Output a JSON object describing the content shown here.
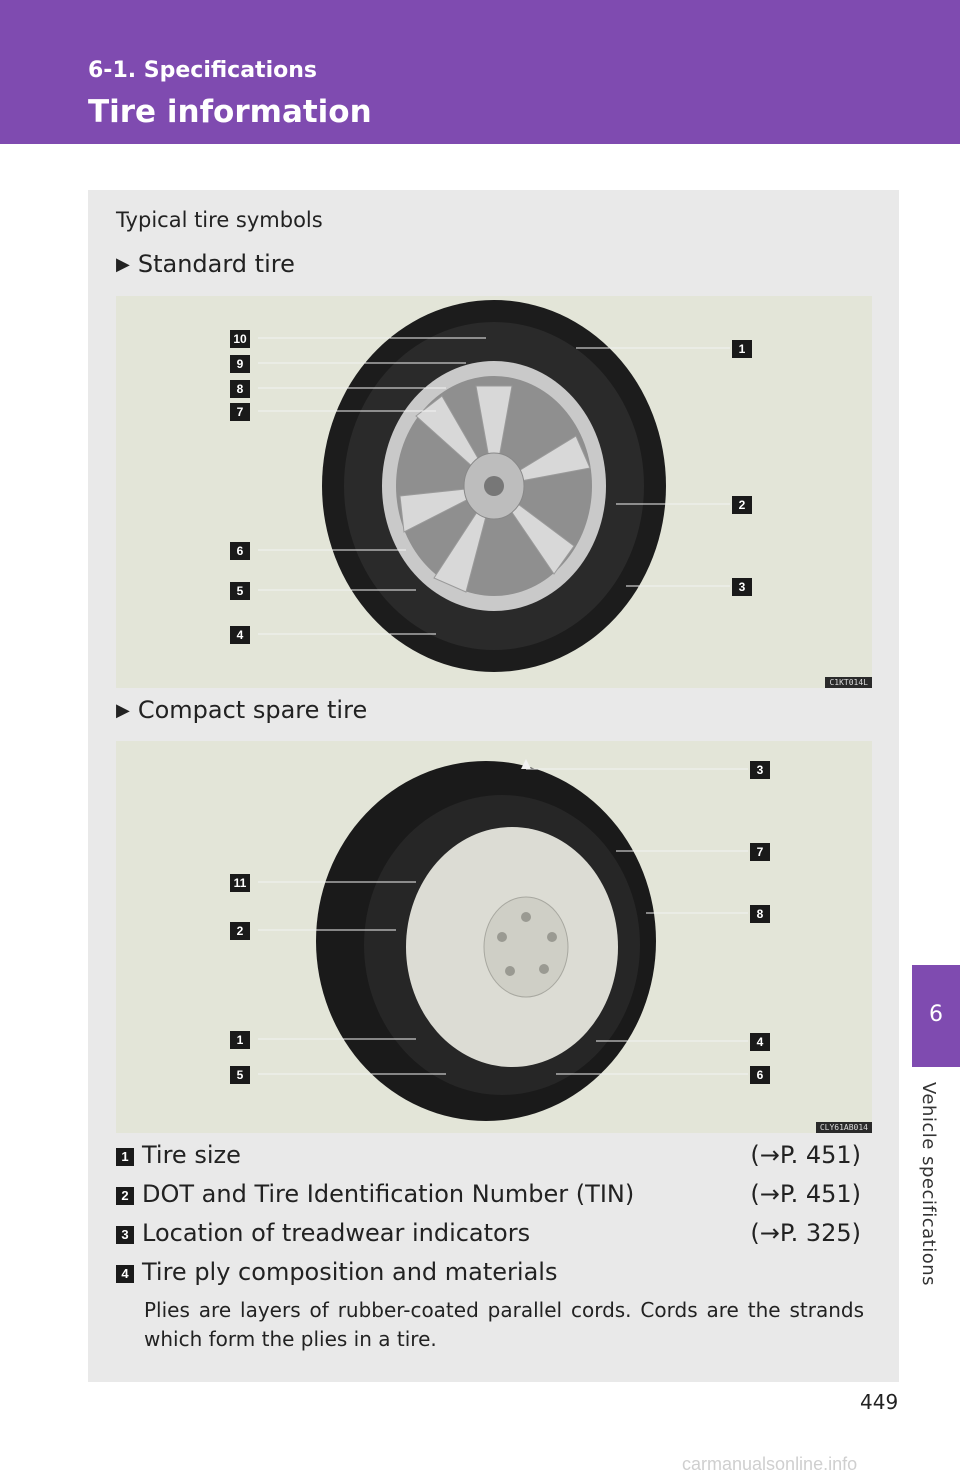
{
  "header": {
    "section": "6-1. Specifications",
    "title": "Tire information"
  },
  "side_tab": {
    "number": "6",
    "label": "Vehicle specifications"
  },
  "panel": {
    "heading": "Typical tire symbols",
    "standard": {
      "label": "Standard tire",
      "figure_code": "C1KT014L",
      "callouts_left": [
        "10",
        "9",
        "8",
        "7",
        "6",
        "5",
        "4"
      ],
      "callouts_right": [
        "1",
        "2",
        "3"
      ]
    },
    "spare": {
      "label": "Compact spare tire",
      "figure_code": "CLY61AB014",
      "callouts_left": [
        "11",
        "2",
        "1",
        "5"
      ],
      "callouts_right": [
        "3",
        "7",
        "8",
        "4",
        "6"
      ]
    },
    "legend": [
      {
        "num": "1",
        "text": "Tire size",
        "ref": "(→P. 451)"
      },
      {
        "num": "2",
        "text": "DOT and Tire Identification Number (TIN)",
        "ref": "(→P. 451)"
      },
      {
        "num": "3",
        "text": "Location of treadwear indicators",
        "ref": "(→P. 325)"
      },
      {
        "num": "4",
        "text": "Tire ply composition and materials",
        "ref": ""
      }
    ],
    "ply_description": "Plies are layers of rubber-coated parallel cords. Cords are the strands which form the plies in a tire."
  },
  "page_number": "449",
  "watermark": "carmanualsonline.info"
}
